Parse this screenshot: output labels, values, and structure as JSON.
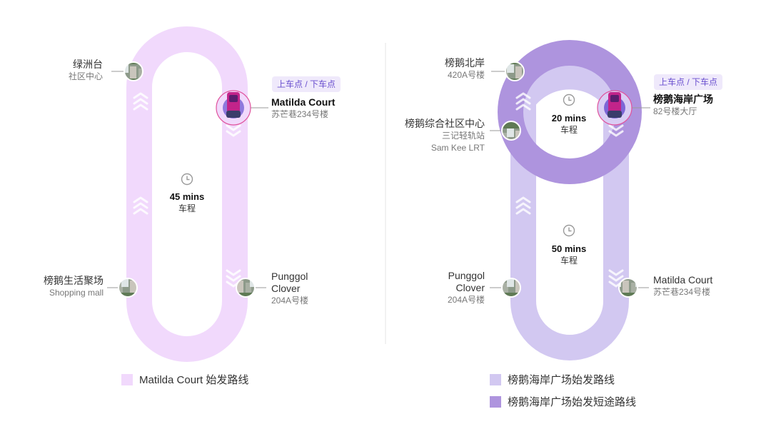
{
  "colors": {
    "route_left": "#f1d9fc",
    "route_right": "#d2c8f1",
    "route_short": "#ae94de",
    "accent_ring": "#e0529c",
    "chevron": "#ffffff",
    "badge_text": "#6a4fcf",
    "divider": "#e6e6e6"
  },
  "left_route": {
    "stops": [
      {
        "name": "绿洲台",
        "sub": "社区中心"
      },
      {
        "name": "Matilda Court",
        "sub": "苏芒巷234号楼",
        "badge": "上车点 / 下车点"
      },
      {
        "name": "榜鹅生活聚场",
        "sub": "Shopping mall"
      },
      {
        "name": "Punggol\nClover",
        "name_line1": "Punggol",
        "name_line2": "Clover",
        "sub": "204A号楼"
      }
    ],
    "duration": {
      "value": "45 mins",
      "unit": "车程",
      "icon": "clock-icon"
    },
    "legend": "Matilda Court 始发路线"
  },
  "right_route": {
    "stops": [
      {
        "name": "榜鹅北岸",
        "sub": "420A号楼"
      },
      {
        "name": "榜鹅海岸广场",
        "sub": "82号楼大厅",
        "badge": "上车点 / 下车点"
      },
      {
        "name": "榜鹅综合社区中心",
        "sub": "三记轻轨站",
        "sub2": "Sam Kee LRT"
      },
      {
        "name_line1": "Punggol",
        "name_line2": "Clover",
        "sub": "204A号楼"
      },
      {
        "name": "Matilda Court",
        "sub": "苏芒巷234号楼"
      }
    ],
    "duration_short": {
      "value": "20 mins",
      "unit": "车程",
      "icon": "clock-icon"
    },
    "duration_long": {
      "value": "50 mins",
      "unit": "车程",
      "icon": "clock-icon"
    },
    "legend": [
      "榜鹅海岸广场始发路线",
      "榜鹅海岸广场始发短途路线"
    ]
  }
}
